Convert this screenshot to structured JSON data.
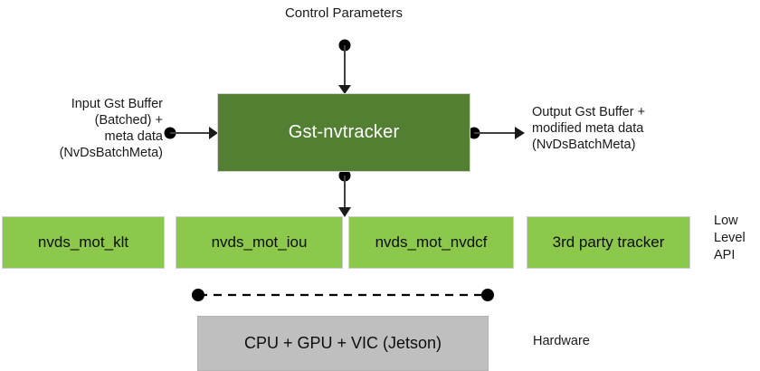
{
  "diagram": {
    "title_text": "Control Parameters",
    "main_block": {
      "label": "Gst-nvtracker",
      "fill_color": "#537f33",
      "text_color": "#ffffff"
    },
    "input_label": "Input Gst Buffer\n(Batched) +\nmeta data\n(NvDsBatchMeta)",
    "output_label": "Output Gst Buffer +\nmodified meta data\n(NvDsBatchMeta)",
    "low_level_api_label": "Low\nLevel\nAPI",
    "hardware_label": "Hardware",
    "low_level_boxes": [
      {
        "label": "nvds_mot_klt",
        "fill_color": "#8cc84b"
      },
      {
        "label": "nvds_mot_iou",
        "fill_color": "#8cc84b"
      },
      {
        "label": "nvds_mot_nvdcf",
        "fill_color": "#8cc84b"
      },
      {
        "label": "3rd party tracker",
        "fill_color": "#8cc84b"
      }
    ],
    "hardware_block": {
      "label": "CPU + GPU + VIC (Jetson)",
      "fill_color": "#bfbfbf",
      "text_color": "#0d0d0d"
    },
    "connectors": [
      {
        "name": "control-parameters-arrow",
        "kind": "arrow-down"
      },
      {
        "name": "input-buffer-arrow",
        "kind": "arrow-right"
      },
      {
        "name": "output-buffer-arrow",
        "kind": "arrow-right"
      },
      {
        "name": "tracker-to-lowlevel-arrow",
        "kind": "arrow-down"
      },
      {
        "name": "lowlevel-to-hardware-link",
        "kind": "dashed-line"
      }
    ],
    "colors": {
      "dark_green": "#537f33",
      "light_green": "#8cc84b",
      "gray": "#bfbfbf",
      "line": "#404040",
      "background": "#ffffff"
    }
  }
}
